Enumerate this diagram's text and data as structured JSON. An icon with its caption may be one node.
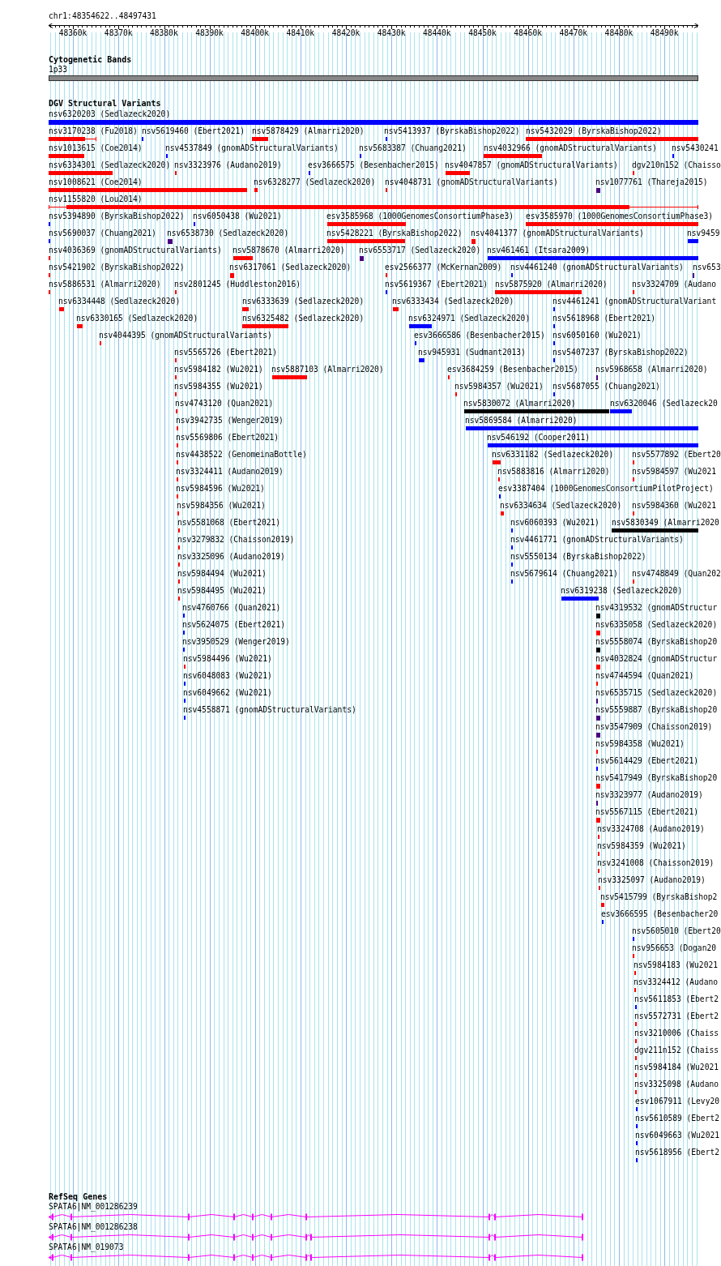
{
  "diagram": {
    "labels": [
      "chr1:48354622..48497431",
      "48360k",
      "48370k",
      "48380k",
      "48390k",
      "48400k",
      "48410k",
      "48420k",
      "48430k",
      "48440k",
      "48450k",
      "48460k",
      "48470k",
      "48480k",
      "48490k",
      "Cytogenetic Bands",
      "1p33",
      "DGV Structural Variants",
      "nsv6320203 (Sedlazeck2020)",
      "nsv3170238 (Fu2018)",
      "nsv5619460 (Ebert2021)",
      "nsv5878429 (Almarri2020)",
      "nsv5413937 (ByrskaBishop2022)",
      "nsv5432029 (ByrskaBishop2022)",
      "nsv1013615 (Coe2014)",
      "nsv4537849 (gnomADStructuralVariants)",
      "nsv5683387 (Chuang2021)",
      "nsv4032966 (gnomADStructuralVariants)",
      "nsv5430241",
      "nsv6334301 (Sedlazeck2020)",
      "nsv3323976 (Audano2019)",
      "esv3666575 (Besenbacher2015)",
      "nsv4047857 (gnomADStructuralVariants)",
      "dgv210n152 (Chaisso",
      "nsv1008621 (Coe2014)",
      "nsv6328277 (Sedlazeck2020)",
      "nsv4048731 (gnomADStructuralVariants)",
      "nsv1077761 (Thareja2015)",
      "nsv1155820 (Lou2014)",
      "nsv5394890 (ByrskaBishop2022)",
      "nsv6050438 (Wu2021)",
      "esv3585968 (1000GenomesConsortiumPhase3)",
      "esv3585970 (1000GenomesConsortiumPhase3)",
      "nsv5690037 (Chuang2021)",
      "nsv6538730 (Sedlazeck2020)",
      "nsv5428221 (ByrskaBishop2022)",
      "nsv4041377 (gnomADStructuralVariants)",
      "nsv9459",
      "nsv4036369 (gnomADStructuralVariants)",
      "nsv5878670 (Almarri2020)",
      "nsv6553717 (Sedlazeck2020)",
      "nsv461461 (Itsara2009)",
      "nsv5421902 (ByrskaBishop2022)",
      "nsv6317061 (Sedlazeck2020)",
      "esv2566377 (McKernan2009)",
      "nsv4461240 (gnomADStructuralVariants)",
      "nsv653",
      "nsv5886531 (Almarri2020)",
      "nsv2801245 (Huddleston2016)",
      "nsv5619367 (Ebert2021)",
      "nsv5875920 (Almarri2020)",
      "nsv3324709 (Audano",
      "nsv6334448 (Sedlazeck2020)",
      "nsv6333639 (Sedlazeck2020)",
      "nsv6333434 (Sedlazeck2020)",
      "nsv4461241 (gnomADStructuralVariant",
      "nsv6330165 (Sedlazeck2020)",
      "nsv6325482 (Sedlazeck2020)",
      "nsv6324971 (Sedlazeck2020)",
      "nsv5618968 (Ebert2021)",
      "nsv4044395 (gnomADStructuralVariants)",
      "esv3666586 (Besenbacher2015)",
      "nsv6050160 (Wu2021)",
      "nsv5565726 (Ebert2021)",
      "nsv945931 (Sudmant2013)",
      "nsv5407237 (ByrskaBishop2022)",
      "nsv5984182 (Wu2021)",
      "nsv5887103 (Almarri2020)",
      "esv3684259 (Besenbacher2015)",
      "nsv5968658 (Almarri2020)",
      "nsv5984355 (Wu2021)",
      "nsv5984357 (Wu2021)",
      "nsv5687055 (Chuang2021)",
      "nsv4743120 (Quan2021)",
      "nsv5830072 (Almarri2020)",
      "nsv6320046 (Sedlazeck20",
      "nsv3942735 (Wenger2019)",
      "nsv5869584 (Almarri2020)",
      "nsv5569806 (Ebert2021)",
      "nsv546192 (Cooper2011)",
      "nsv4438522 (GenomeinaBottle)",
      "nsv6331182 (Sedlazeck2020)",
      "nsv5577892 (Ebert20",
      "nsv3324411 (Audano2019)",
      "nsv5883816 (Almarri2020)",
      "nsv5984597 (Wu2021",
      "nsv5984596 (Wu2021)",
      "esv3387404 (1000GenomesConsortiumPilotProject)",
      "nsv5984356 (Wu2021)",
      "nsv6334634 (Sedlazeck2020)",
      "nsv5984360 (Wu2021",
      "nsv5581068 (Ebert2021)",
      "nsv6060393 (Wu2021)",
      "nsv5830349 (Almarri2020",
      "nsv3279832 (Chaisson2019)",
      "nsv4461771 (gnomADStructuralVariants)",
      "nsv3325096 (Audano2019)",
      "nsv5550134 (ByrskaBishop2022)",
      "nsv5984494 (Wu2021)",
      "nsv5679614 (Chuang2021)",
      "nsv4748849 (Quan202",
      "nsv5984495 (Wu2021)",
      "nsv6319238 (Sedlazeck2020)",
      "nsv4760766 (Quan2021)",
      "nsv4319532 (gnomADStructur",
      "nsv5624075 (Ebert2021)",
      "nsv6335058 (Sedlazeck2020)",
      "nsv3950529 (Wenger2019)",
      "nsv5558074 (ByrskaBishop20",
      "nsv5984496 (Wu2021)",
      "nsv4032824 (gnomADStructur",
      "nsv6048083 (Wu2021)",
      "nsv4744594 (Quan2021)",
      "nsv6049662 (Wu2021)",
      "nsv6535715 (Sedlazeck2020)",
      "nsv4558871 (gnomADStructuralVariants)",
      "nsv5559887 (ByrskaBishop20",
      "nsv3547909 (Chaisson2019)",
      "nsv5984358 (Wu2021)",
      "nsv5614429 (Ebert2021)",
      "nsv5417949 (ByrskaBishop20",
      "nsv3323977 (Audano2019)",
      "nsv5567115 (Ebert2021)",
      "nsv3324708 (Audano2019)",
      "nsv5984359 (Wu2021)",
      "nsv3241008 (Chaisson2019)",
      "nsv3325097 (Audano2019)",
      "nsv5415799 (ByrskaBishop2",
      "esv3666595 (Besenbacher20",
      "nsv5605010 (Ebert20",
      "nsv956653 (Dogan20",
      "nsv5984183 (Wu2021",
      "nsv3324412 (Audano",
      "nsv5611853 (Ebert2",
      "nsv5572731 (Ebert2",
      "nsv3210006 (Chaiss",
      "dgv211n152 (Chaiss",
      "nsv5984184 (Wu2021",
      "nsv3325098 (Audano",
      "esv1067911 (Levy20",
      "nsv5610589 (Ebert2",
      "nsv6049663 (Wu2021",
      "nsv5618956 (Ebert2",
      "RefSeq Genes",
      "SPATA6|NM_001286239",
      "SPATA6|NM_001286238",
      "SPATA6|NM_019073"
    ]
  }
}
